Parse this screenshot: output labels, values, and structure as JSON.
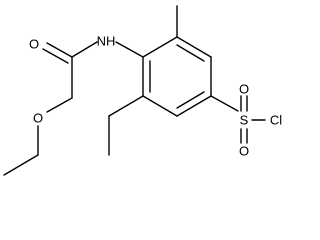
{
  "molecule": {
    "atoms": {
      "carbonyl_oxygen": "O",
      "amide_nh": "NH",
      "ether_oxygen": "O",
      "sulfonyl_sulfur": "S",
      "sulfonyl_oxygen_top": "O",
      "sulfonyl_oxygen_bottom": "O",
      "chlorine": "Cl"
    }
  }
}
